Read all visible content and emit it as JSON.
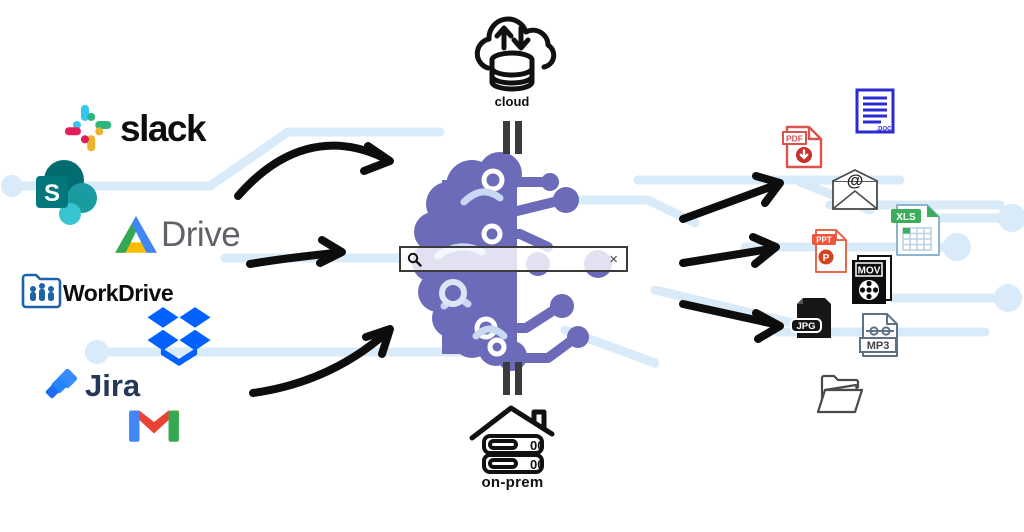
{
  "sources": {
    "slack": {
      "label": "slack"
    },
    "sharepoint": {
      "letter": "S"
    },
    "drive": {
      "label": "Drive"
    },
    "workdrive": {
      "label": "WorkDrive"
    },
    "dropbox": {},
    "jira": {
      "label": "Jira"
    },
    "gmail": {}
  },
  "center": {
    "cloud_label": "cloud",
    "onprem_label": "on-prem",
    "server_digits": "00",
    "search_value": "",
    "search_clear": "×"
  },
  "outputs": {
    "doc_label": ".DOC",
    "pdf_label": "PDF",
    "email_at": "@",
    "xls_label": "XLS",
    "ppt_label": "PPT",
    "ppt_letter": "P",
    "mov_label": "MOV",
    "jpg_label": "JPG",
    "mp3_label": "MP3"
  },
  "colors": {
    "brain_purple": "#6B6BBA",
    "circuit_trace_blue": "#D9EAF8",
    "arrow_black": "#0d0d0d",
    "slack_blue": "#36C5F0",
    "slack_green": "#2EB67D",
    "slack_yellow": "#ECB22E",
    "slack_red": "#E01E5A",
    "sharepoint_teal_dark": "#036C70",
    "sharepoint_teal_mid": "#1A9BA1",
    "sharepoint_teal_light": "#37C6D0",
    "drive_blue": "#4285F4",
    "drive_green": "#34A853",
    "drive_yellow": "#FBBC04",
    "workdrive_blue": "#1E63A8",
    "dropbox_blue": "#0061FF",
    "jira_blue": "#2684FF",
    "gmail_red": "#EA4335",
    "doc_blue": "#2B2BD4",
    "pdf_red": "#D9534F",
    "xls_green": "#3BAE5B",
    "ppt_orange": "#E8684A",
    "mp3_gray": "#5F7285"
  }
}
